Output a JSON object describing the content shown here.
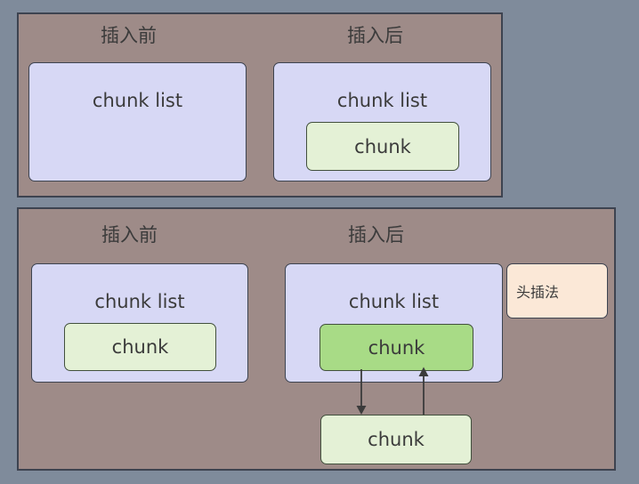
{
  "diagram": {
    "background_color": "#7f8b9b",
    "panel_color": "#9e8b88",
    "list_color": "#d7d8f5",
    "chunk_light_color": "#e4f1d6",
    "chunk_dark_color": "#a8db86",
    "note_color": "#fbe8d7",
    "stroke_color": "#3d4350"
  },
  "panels": [
    {
      "name": "empty-list-insertion",
      "headings": {
        "before": "插入前",
        "after": "插入后"
      },
      "before": {
        "list_label": "chunk list",
        "chunks": []
      },
      "after": {
        "list_label": "chunk list",
        "chunks": [
          {
            "label": "chunk",
            "style": "light"
          }
        ]
      }
    },
    {
      "name": "non-empty-list-insertion",
      "headings": {
        "before": "插入前",
        "after": "插入后"
      },
      "note": "头插法",
      "before": {
        "list_label": "chunk list",
        "chunks": [
          {
            "label": "chunk",
            "style": "light"
          }
        ]
      },
      "after": {
        "list_label": "chunk list",
        "chunks": [
          {
            "label": "chunk",
            "style": "dark"
          }
        ],
        "external_chunk": {
          "label": "chunk",
          "style": "light"
        },
        "arrows": [
          {
            "name": "head-to-old-node-arrow",
            "direction": "down"
          },
          {
            "name": "old-node-to-head-arrow",
            "direction": "up"
          }
        ]
      }
    }
  ]
}
